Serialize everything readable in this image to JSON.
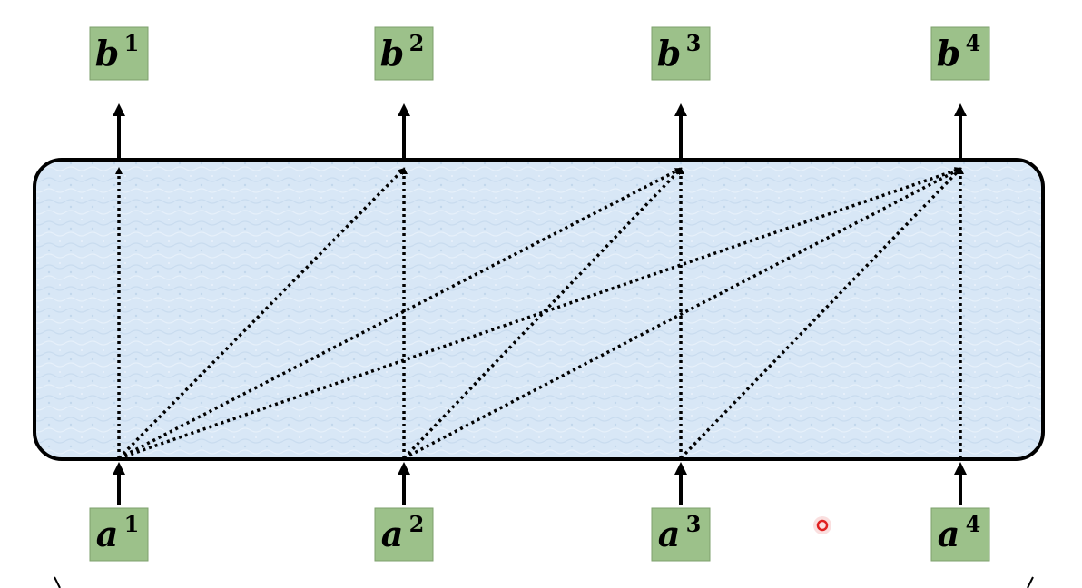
{
  "inputs": [
    {
      "base": "a",
      "sup": "1"
    },
    {
      "base": "a",
      "sup": "2"
    },
    {
      "base": "a",
      "sup": "3"
    },
    {
      "base": "a",
      "sup": "4"
    }
  ],
  "outputs": [
    {
      "base": "b",
      "sup": "1"
    },
    {
      "base": "b",
      "sup": "2"
    },
    {
      "base": "b",
      "sup": "3"
    },
    {
      "base": "b",
      "sup": "4"
    }
  ],
  "connections": [
    [
      1,
      1
    ],
    [
      1,
      2
    ],
    [
      1,
      3
    ],
    [
      1,
      4
    ],
    [
      2,
      2
    ],
    [
      2,
      3
    ],
    [
      2,
      4
    ],
    [
      3,
      3
    ],
    [
      3,
      4
    ],
    [
      4,
      4
    ]
  ],
  "colors": {
    "node_fill": "#9cc18a",
    "block_fill": "#d6e6f5",
    "line": "#000000",
    "pointer": "#e02020"
  }
}
